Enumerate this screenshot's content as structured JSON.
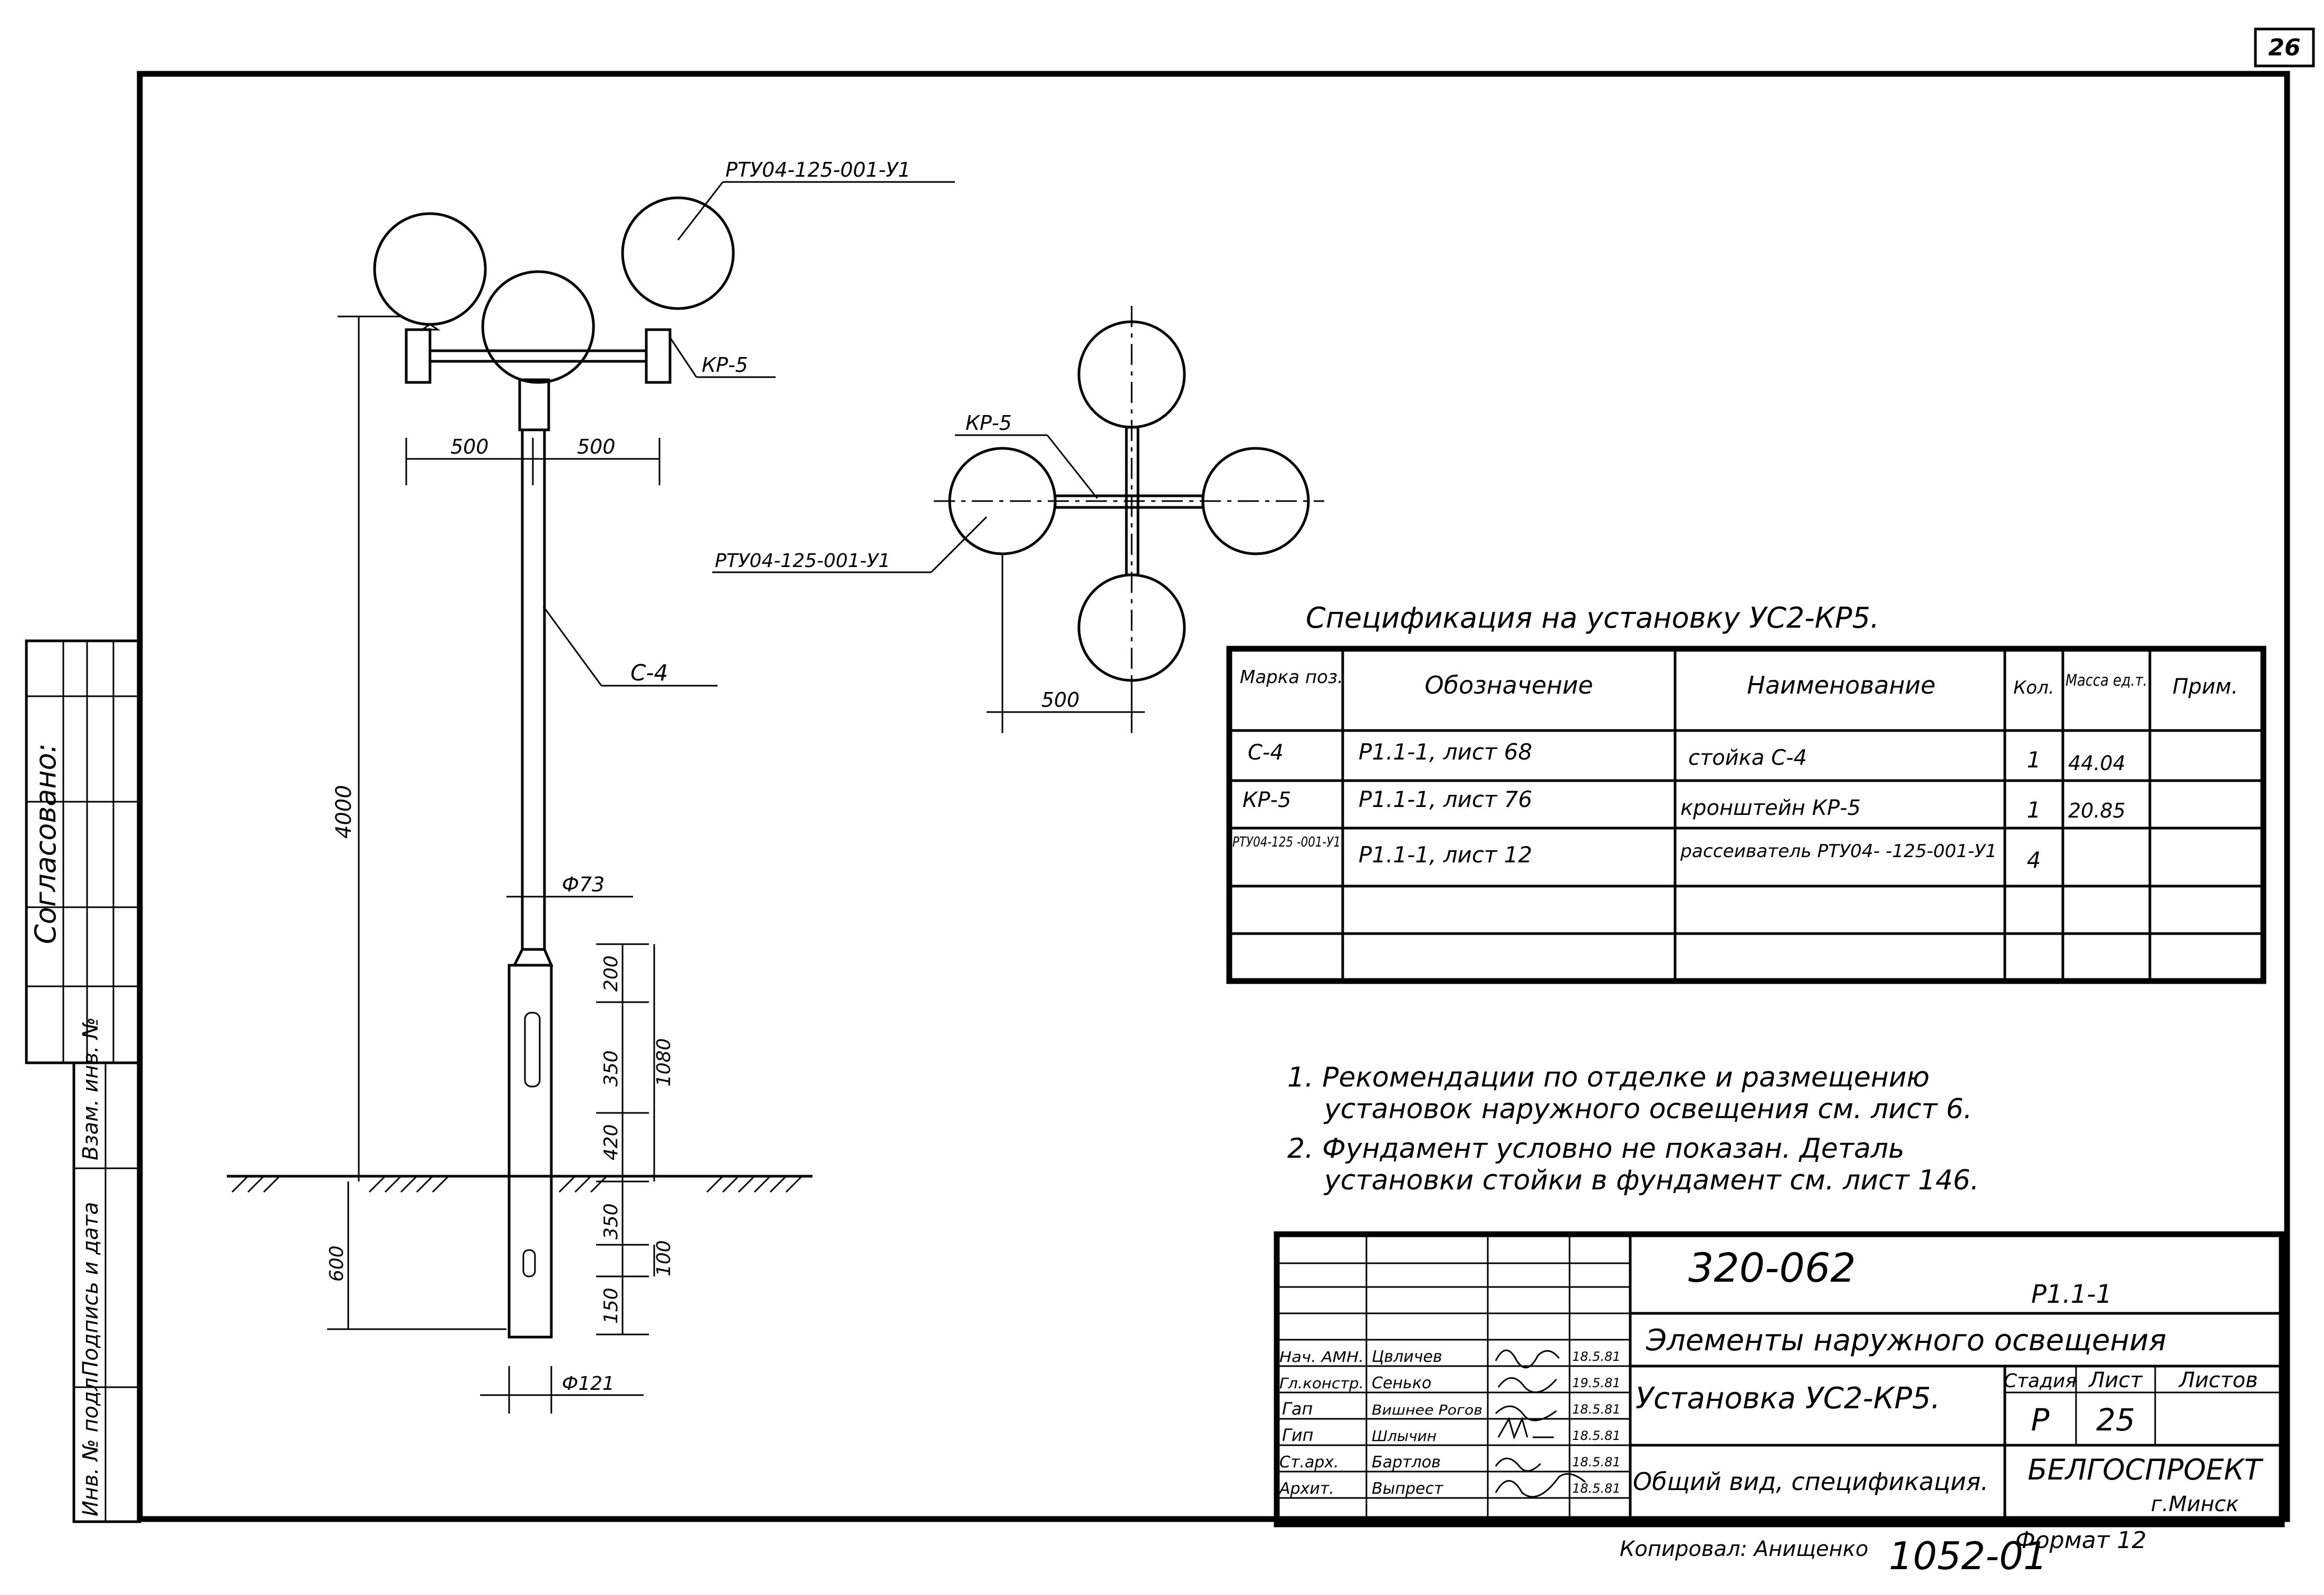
{
  "sheet": {
    "page_number": "26",
    "agreed_label": "Согласовано:",
    "side_stamp": [
      "Инв. № подл.",
      "Подпись и дата",
      "Взам. инв. №"
    ]
  },
  "front_view": {
    "diffuser_label": "РТУ04-125-001-У1",
    "bracket_label": "КР-5",
    "pole_label": "С-4",
    "dim_500_left": "500",
    "dim_500_right": "500",
    "dim_height": "4000",
    "dim_phi73": "Ф73",
    "dim_200": "200",
    "dim_350_upper": "350",
    "dim_1080": "1080",
    "dim_420": "420",
    "dim_350_lower": "350",
    "dim_100": "100",
    "dim_150": "150",
    "dim_600": "600",
    "dim_phi121": "Ф121"
  },
  "plan_view": {
    "bracket_label": "КР-5",
    "diffuser_label": "РТУ04-125-001-У1",
    "dim_500": "500"
  },
  "spec_table": {
    "title": "Спецификация на установку УС2-КР5.",
    "headers": [
      "Марка поз.",
      "Обозначение",
      "Наименование",
      "Кол.",
      "Масса ед.т.",
      "Прим."
    ],
    "rows": [
      [
        "С-4",
        "Р1.1-1, лист 68",
        "стойка С-4",
        "1",
        "44.04",
        ""
      ],
      [
        "КР-5",
        "Р1.1-1, лист 76",
        "кронштейн КР-5",
        "1",
        "20.85",
        ""
      ],
      [
        "РТУ04-125 -001-У1",
        "Р1.1-1, лист 12",
        "рассеиватель РТУ04- -125-001-У1",
        "4",
        "",
        ""
      ],
      [
        "",
        "",
        "",
        "",
        "",
        ""
      ],
      [
        "",
        "",
        "",
        "",
        "",
        ""
      ]
    ]
  },
  "notes": [
    "1. Рекомендации по отделке и размещению",
    "установок наружного освещения см. лист 6.",
    "2. Фундамент условно не показан. Деталь",
    "установки стойки в фундамент см. лист 146."
  ],
  "title_block": {
    "project_number": "320-062",
    "series": "Р1.1-1",
    "project_title": "Элементы наружного освещения",
    "sheet_title": "Установка УС2-КР5.",
    "sheet_subtitle": "Общий вид, спецификация.",
    "stage_header": "Стадия",
    "sheet_header": "Лист",
    "sheets_header": "Листов",
    "stage": "Р",
    "sheet_no": "25",
    "sheets": "",
    "organization": "БЕЛГОСПРОЕКТ",
    "city": "г.Минск",
    "roles": [
      "Нач. АМН.",
      "Гл.констр.",
      "Гап",
      "Гип",
      "Ст.арх.",
      "Архит."
    ],
    "names": [
      "Цвличев",
      "Сенько",
      "Вишнее Рогов",
      "Шлычин",
      "Бартлов",
      "Выпрест"
    ],
    "dates": [
      "18.5.81",
      "19.5.81",
      "18.5.81",
      "18.5.81",
      "18.5.81",
      "18.5.81"
    ]
  },
  "footer": {
    "copied_by": "Копировал: Анищенко",
    "archive_no": "1052-01",
    "format": "Формат 12"
  }
}
